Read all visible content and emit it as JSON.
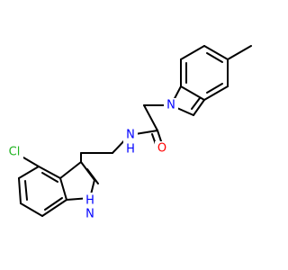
{
  "structure": {
    "atoms": {
      "cl": {
        "text": "Cl",
        "color": "#1fb31f"
      },
      "nh_amide": {
        "text": "N",
        "sub": "H",
        "color": "#0000ff"
      },
      "o": {
        "text": "O",
        "color": "#ff0000"
      },
      "n_indole4": {
        "text": "N",
        "color": "#0000ff"
      },
      "nh_indole5": {
        "text": "H",
        "sub": "N",
        "color": "#0000ff"
      }
    }
  }
}
